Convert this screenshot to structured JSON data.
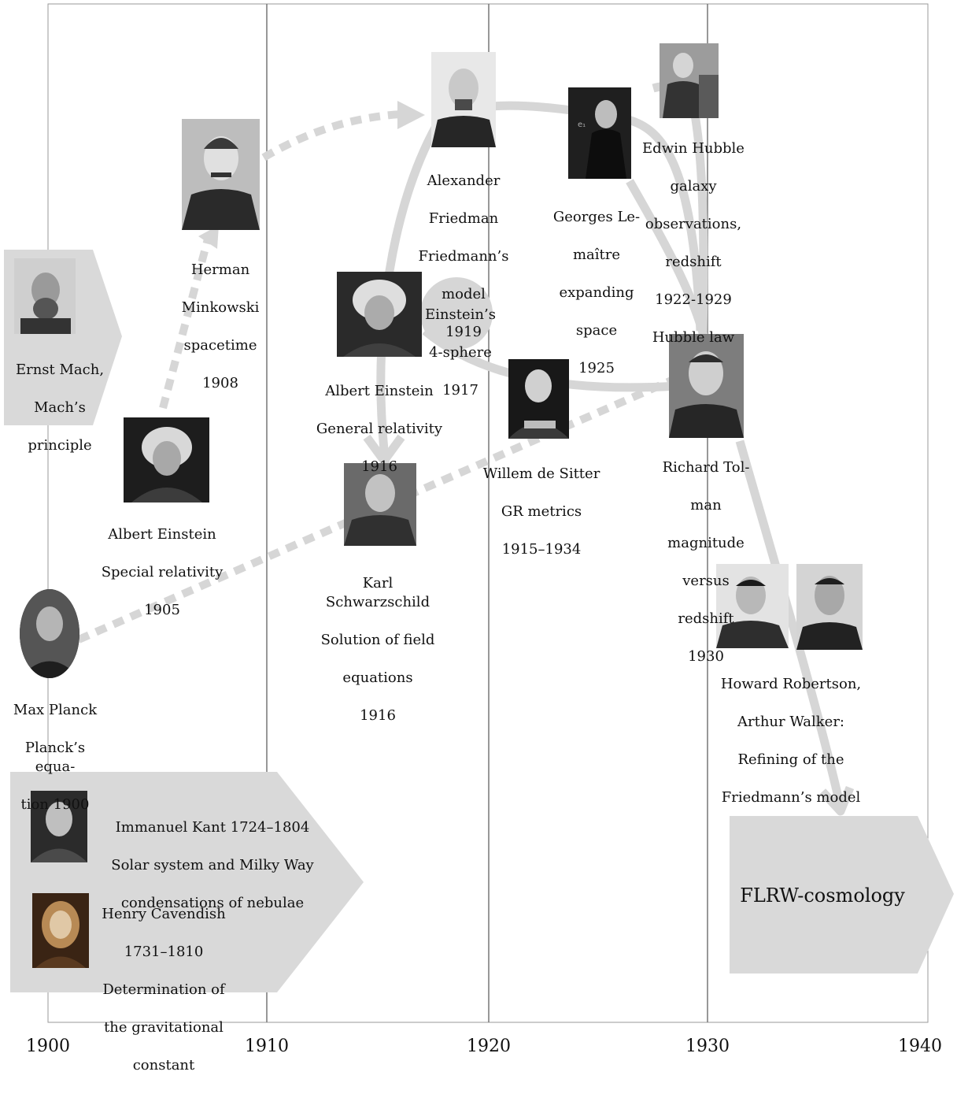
{
  "axis": {
    "years": [
      "1900",
      "1910",
      "1920",
      "1930",
      "1940"
    ]
  },
  "colors": {
    "arrow": "#d6d6d6",
    "panel": "#d9d9d9",
    "gridline": "#777777"
  },
  "mach": {
    "name": "Ernst Mach,",
    "line2": "Mach’s",
    "line3": "principle"
  },
  "minkowski": {
    "line1": "Herman",
    "line2": "Minkowski",
    "line3": "spacetime",
    "year": "1908"
  },
  "einstein_sr": {
    "line1": "Albert Einstein",
    "line2": "Special relativity",
    "year": "1905"
  },
  "planck": {
    "line1": "Max Planck",
    "line2": "Planck’s equa-",
    "line3": "tion 1900"
  },
  "friedman": {
    "line1": "Alexander",
    "line2": "Friedman",
    "line3": "Friedmann’s",
    "line4": "model",
    "year": "1919"
  },
  "einstein_gr": {
    "line1": "Albert Einstein",
    "line2": "General relativity",
    "year": "1916"
  },
  "sphere": {
    "line1": "Einstein’s",
    "line2": "4-sphere",
    "year": "1917"
  },
  "schwarzschild": {
    "line1": "Karl Schwarzschild",
    "line2": "Solution of field",
    "line3": "equations",
    "year": "1916"
  },
  "desitter": {
    "line1": "Willem de Sitter",
    "line2": "GR metrics",
    "year": "1915–1934"
  },
  "lemaitre": {
    "line1": "Georges Le-",
    "line2": "maître",
    "line3": "expanding",
    "line4": "space",
    "year": "1925"
  },
  "hubble": {
    "line1": "Edwin Hubble",
    "line2": "galaxy",
    "line3": "observations,",
    "line4": "redshift",
    "line5": "1922-1929",
    "line6": "Hubble law"
  },
  "tolman": {
    "line1": "Richard Tol-",
    "line2": "man",
    "line3": "magnitude",
    "line4": "versus",
    "line5": "redshift",
    "year": "1930"
  },
  "robertson_walker": {
    "line1": "Howard Robertson,",
    "line2": "Arthur Walker:",
    "line3": "Refining of the",
    "line4": "Friedmann’s model"
  },
  "kant": {
    "line1": "Immanuel Kant 1724–1804",
    "line2": "Solar system and Milky Way",
    "line3": "condensations of nebulae"
  },
  "cavendish": {
    "line1": "Henry Cavendish",
    "line2": "1731–1810",
    "line3": "Determination of",
    "line4": "the gravitational",
    "line5": "constant"
  },
  "flrw": {
    "label": "FLRW-cosmology"
  }
}
